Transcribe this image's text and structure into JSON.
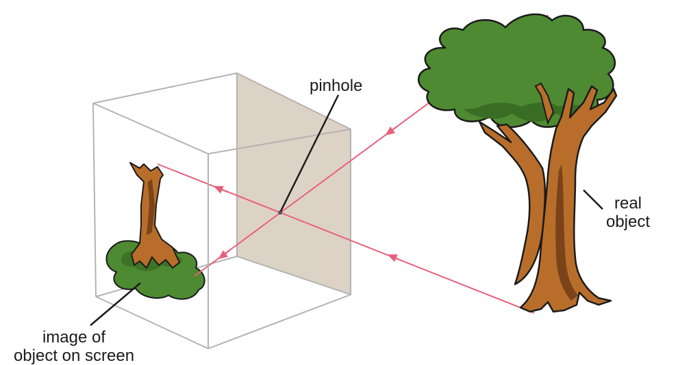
{
  "labels": {
    "pinhole": "pinhole",
    "real_object_line1": "real",
    "real_object_line2": "object",
    "image_line1": "image of",
    "image_line2": "object on screen"
  },
  "colors": {
    "ray": "#e8607c",
    "box_edge": "#b3b3b3",
    "screen_fill": "#ddd2c6",
    "foliage": "#4e8a31",
    "foliage_dark": "#3a6d24",
    "trunk": "#b86e2a",
    "trunk_dark": "#7a431a",
    "outline": "#1a1a1a"
  },
  "icons": {
    "camera": "pinhole-camera-box-icon",
    "tree": "tree-icon",
    "inverted_tree": "inverted-tree-image-icon"
  }
}
